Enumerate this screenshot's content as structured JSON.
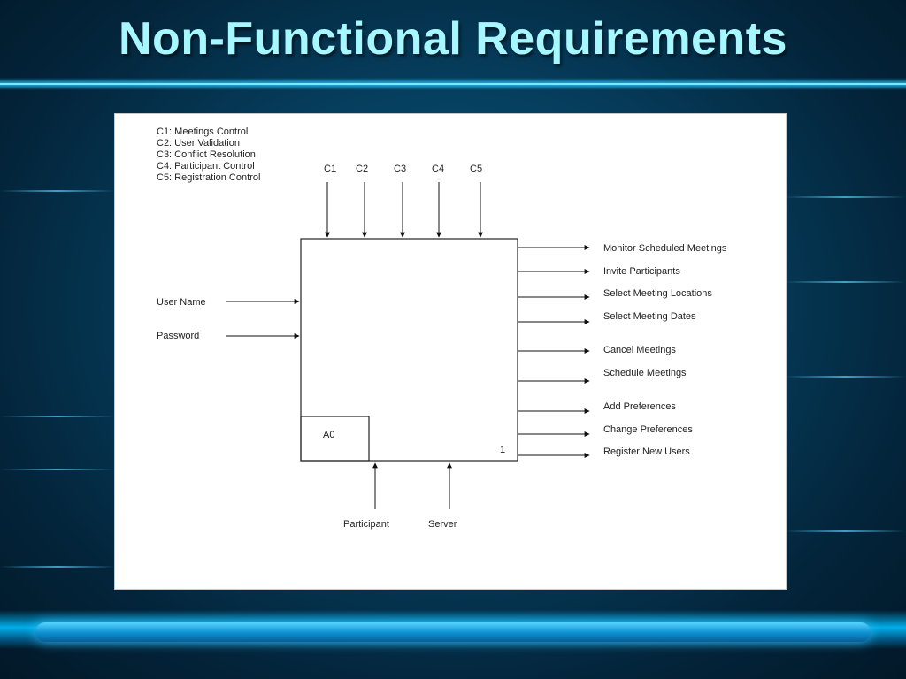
{
  "slide": {
    "title": "Non-Functional Requirements"
  },
  "diagram": {
    "legend": [
      "C1: Meetings Control",
      "C2: User Validation",
      "C3: Conflict Resolution",
      "C4: Participant Control",
      "C5: Registration Control"
    ],
    "controls": [
      "C1",
      "C2",
      "C3",
      "C4",
      "C5"
    ],
    "inputs": [
      "User Name",
      "Password"
    ],
    "outputs": [
      "Monitor Scheduled Meetings",
      "Invite Participants",
      "Select Meeting Locations",
      "Select Meeting Dates",
      "Cancel Meetings",
      "Schedule Meetings",
      "Add Preferences",
      "Change Preferences",
      "Register New Users"
    ],
    "mechanisms": [
      "Participant",
      "Server"
    ],
    "box_id": "A0",
    "box_number": "1"
  }
}
